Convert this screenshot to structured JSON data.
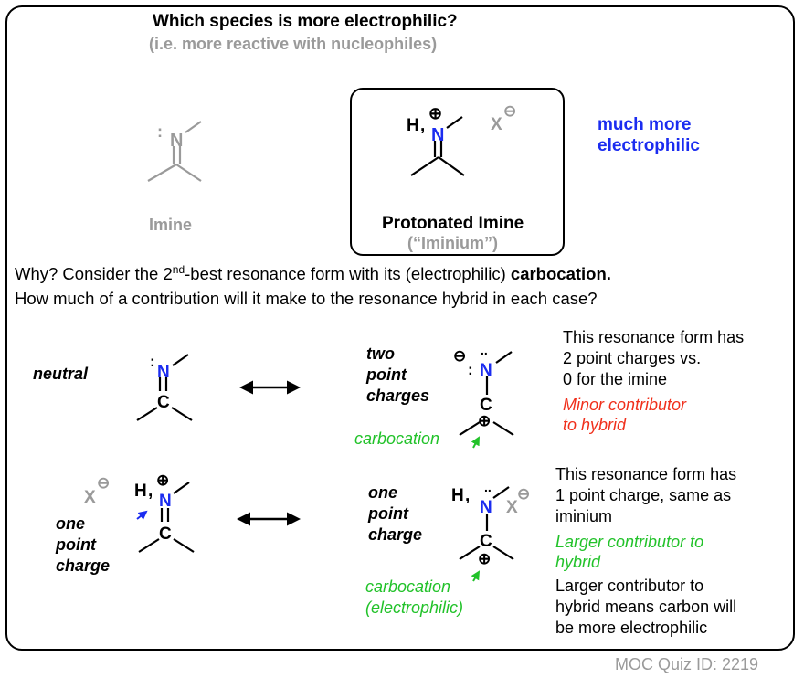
{
  "header": {
    "question": "Which species is more electrophilic?",
    "subtitle": "(i.e. more reactive with nucleophiles)"
  },
  "compare": {
    "imine_label": "Imine",
    "iminium_label": "Protonated Imine",
    "iminium_alt": "(“Iminium”)",
    "verdict_line1": "much more",
    "verdict_line2": "electrophilic"
  },
  "why": {
    "line1_start": "Why? Consider the 2",
    "line1_sup": "nd",
    "line1_mid": "-best resonance form with its (electrophilic) ",
    "line1_bold": "carbocation.",
    "line2": "How much of a contribution will it make to the resonance hybrid in each case?"
  },
  "row1": {
    "left_label": "neutral",
    "right_label_1": "two",
    "right_label_2": "point",
    "right_label_3": "charges",
    "arrow_label": "carbocation",
    "note_1": "This resonance form has",
    "note_2": "2 point charges vs.",
    "note_3": "0 for the imine",
    "verdict_1": "Minor contributor",
    "verdict_2": "to hybrid"
  },
  "row2": {
    "left_label_1": "one",
    "left_label_2": "point",
    "left_label_3": "charge",
    "right_label_1": "one",
    "right_label_2": "point",
    "right_label_3": "charge",
    "arrow_label_1": "carbocation",
    "arrow_label_2": "(electrophilic)",
    "note_1": "This resonance form has",
    "note_2": "1 point charge, same as",
    "note_3": "iminium",
    "verdict_1": "Larger contributor to",
    "verdict_2": "hybrid",
    "conclusion_1": "Larger contributor to",
    "conclusion_2": "hybrid means carbon will",
    "conclusion_3": "be more electrophilic"
  },
  "atoms": {
    "N": "N",
    "C": "C",
    "H": "H",
    "X": "X",
    "plus": "⊕",
    "minus": "⊖",
    "lone_pair": ":"
  },
  "footer": {
    "quiz_id": "MOC Quiz ID: 2219"
  },
  "colors": {
    "nitrogen_blue": "#1b2cf0",
    "gray": "#9a9a9a",
    "red": "#f0301c",
    "green": "#22c22a"
  }
}
